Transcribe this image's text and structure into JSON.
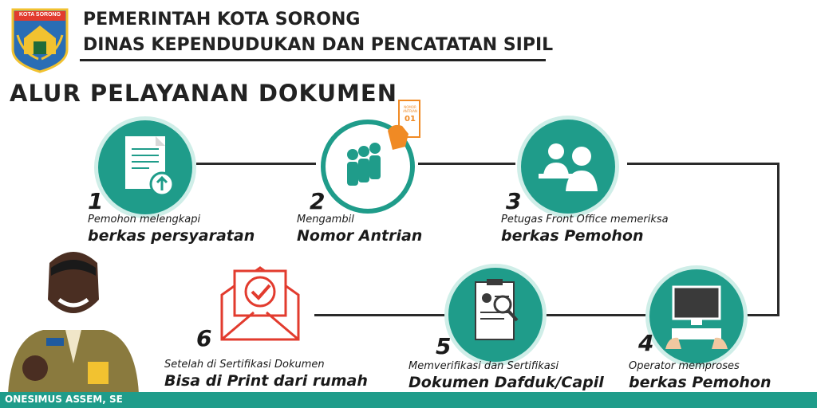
{
  "header": {
    "logo_text": "KOTA SORONG",
    "line1": "PEMERINTAH KOTA SORONG",
    "line2": "DINAS KEPENDUDUKAN DAN PENCATATAN SIPIL"
  },
  "title": "ALUR PELAYANAN DOKUMEN",
  "steps": [
    {
      "num": "1",
      "small": "Pemohon melengkapi",
      "big": "berkas persyaratan",
      "icon": "document-upload-icon"
    },
    {
      "num": "2",
      "small": "Mengambil",
      "big": "Nomor Antrian",
      "icon": "queue-people-icon",
      "ticket_top": "NOMOR ANTRIAN",
      "ticket_num": "01"
    },
    {
      "num": "3",
      "small": "Petugas Front Office memeriksa",
      "big": "berkas Pemohon",
      "icon": "front-office-icon"
    },
    {
      "num": "4",
      "small": "Operator memproses",
      "big": "berkas Pemohon",
      "icon": "computer-operator-icon"
    },
    {
      "num": "5",
      "small": "Memverifikasi dan Sertifikasi",
      "big": "Dokumen Dafduk/Capil",
      "icon": "verify-document-icon"
    },
    {
      "num": "6",
      "small": "Setelah di Sertifikasi Dokumen",
      "big": "Bisa di Print dari rumah",
      "icon": "certified-envelope-icon"
    }
  ],
  "person_name": "ONESIMUS ASSEM, SE",
  "colors": {
    "teal": "#1f9c8a",
    "orange": "#f08a24",
    "dark": "#222222"
  }
}
